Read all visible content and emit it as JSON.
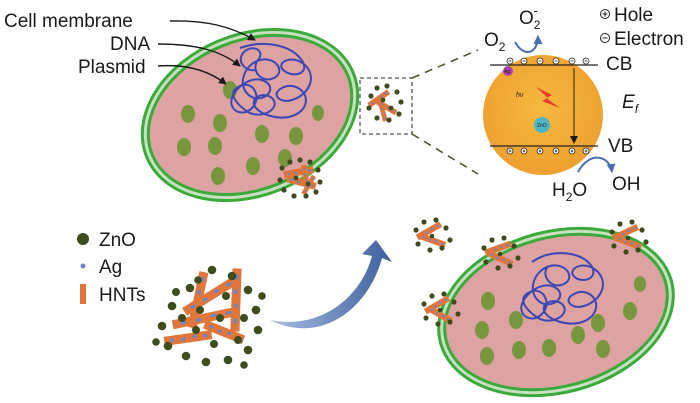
{
  "labels": {
    "cell_membrane": "Cell membrane",
    "dna": "DNA",
    "plasmid": "Plasmid"
  },
  "legend": {
    "zno": "ZnO",
    "ag": "Ag",
    "hnts": "HNTs"
  },
  "band_diagram": {
    "o2": "O",
    "o2_sub": "2",
    "superoxide": "O",
    "superoxide_sub": "2",
    "superoxide_sup": "-",
    "hole_label": "Hole",
    "electron_label": "Electron",
    "cb": "CB",
    "vb": "VB",
    "fermi": "E",
    "fermi_sub": "f",
    "hv": "hν",
    "zno_particle": "ZnO",
    "ag_particle": "Ag",
    "h2o": "H",
    "h2o_sub": "2",
    "h2o_tail": "O",
    "oh": "OH"
  },
  "colors": {
    "cell_fill": "#dda2a2",
    "membrane_outer": "#3aaa3a",
    "membrane_gap": "#c8e0c0",
    "plasmid": "#77963e",
    "dna": "#3c46b4",
    "zno": "#3e4c1e",
    "ag": "#6d86c6",
    "hnt": "#e2763a",
    "band_circle": "#f2aa33",
    "arrow": "#4a70b2"
  }
}
